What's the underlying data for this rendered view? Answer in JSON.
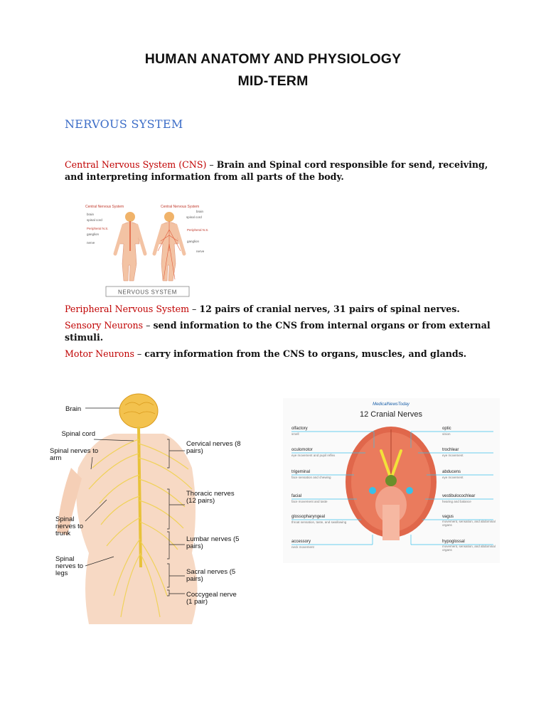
{
  "document": {
    "title_line1": "HUMAN ANATOMY AND PHYSIOLOGY",
    "title_line2": "MID-TERM",
    "section_heading": "NERVOUS SYSTEM"
  },
  "paragraphs": {
    "cns": {
      "term": "Central Nervous System (CNS)",
      "dash": " – ",
      "text": "Brain and Spinal cord responsible for send, receiving, and interpreting information from all parts of the body."
    },
    "pns": {
      "term": "Peripheral Nervous System",
      "dash": " – ",
      "text": "12 pairs of cranial nerves, 31 pairs of spinal nerves."
    },
    "sensory": {
      "term": "Sensory Neurons",
      "dash": " – ",
      "text": "send information to the CNS from internal organs or from external stimuli."
    },
    "motor": {
      "term": "Motor Neurons",
      "dash": " – ",
      "text": "carry information from the CNS to organs, muscles, and glands."
    }
  },
  "figure_cns": {
    "left_header": "Central Nervous System",
    "right_header": "Central Nervous System",
    "left_labels": [
      "brain",
      "spinal cord",
      "Peripheral N.S.",
      "ganglion",
      "nerve"
    ],
    "right_labels": [
      "brain",
      "spinal cord",
      "Peripheral N.S.",
      "ganglion",
      "nerve"
    ],
    "caption": "NERVOUS SYSTEM"
  },
  "figure_spine": {
    "left_labels": [
      "Brain",
      "Spinal cord",
      "Spinal nerves to arm",
      "Spinal nerves to trunk",
      "Spinal nerves to legs"
    ],
    "right_labels": [
      "Cervical nerves (8 pairs)",
      "Thoracic nerves (12 pairs)",
      "Lumbar nerves (5 pairs)",
      "Sacral nerves (5 pairs)",
      "Coccygeal nerve (1 pair)"
    ]
  },
  "figure_cranial": {
    "brand": "MedicalNewsToday",
    "title": "12 Cranial Nerves",
    "left": [
      {
        "name": "olfactory",
        "desc": "smell"
      },
      {
        "name": "oculomotor",
        "desc": "eye movement and pupil reflex"
      },
      {
        "name": "trigeminal",
        "desc": "face sensation and chewing"
      },
      {
        "name": "facial",
        "desc": "face movement and taste"
      },
      {
        "name": "glossopharyngeal",
        "desc": "throat sensation, taste, and swallowing"
      },
      {
        "name": "accessory",
        "desc": "neck movement"
      }
    ],
    "right": [
      {
        "name": "optic",
        "desc": "vision"
      },
      {
        "name": "trochlear",
        "desc": "eye movement"
      },
      {
        "name": "abducens",
        "desc": "eye movement"
      },
      {
        "name": "vestibulocochlear",
        "desc": "hearing and balance"
      },
      {
        "name": "vagus",
        "desc": "movement, sensation, and abdominal organs"
      },
      {
        "name": "hypoglossal",
        "desc": "movement, sensation, and abdominal organs"
      }
    ]
  }
}
